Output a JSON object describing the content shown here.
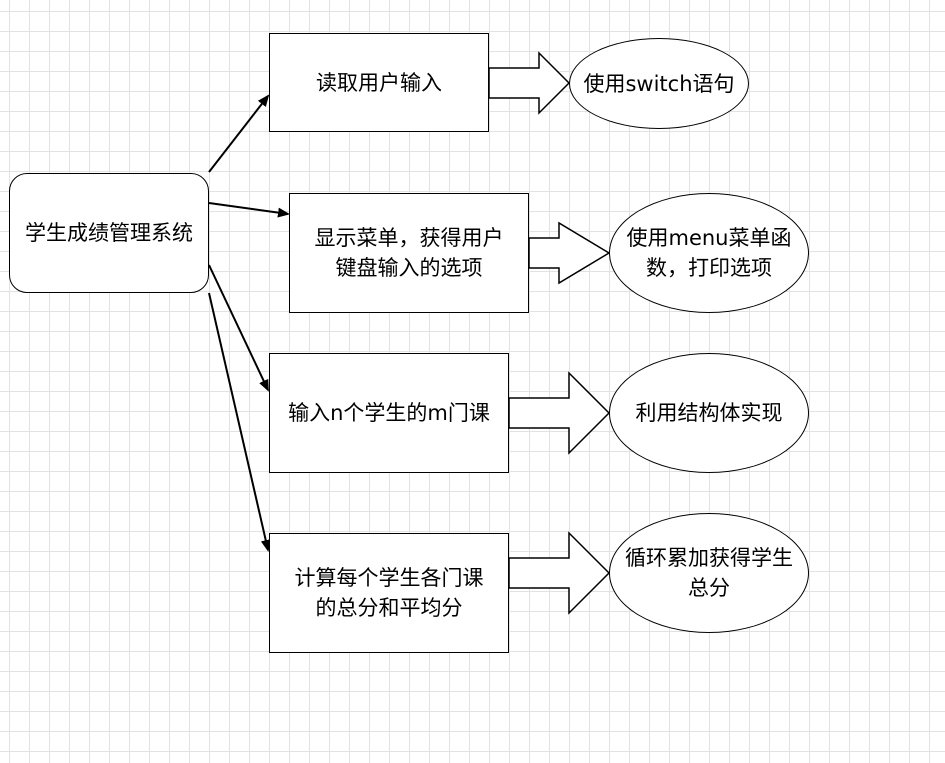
{
  "diagram": {
    "root": {
      "label": "学生成绩管理系统"
    },
    "steps": [
      {
        "label": "读取用户输入",
        "detail": "使用switch语句"
      },
      {
        "label": "显示菜单，获得用户\n键盘输入的选项",
        "detail": "使用menu菜单函\n数，打印选项"
      },
      {
        "label": "输入n个学生的m门课",
        "detail": "利用结构体实现"
      },
      {
        "label": "计算每个学生各门课\n的总分和平均分",
        "detail": "循环累加获得学生\n总分"
      }
    ]
  }
}
